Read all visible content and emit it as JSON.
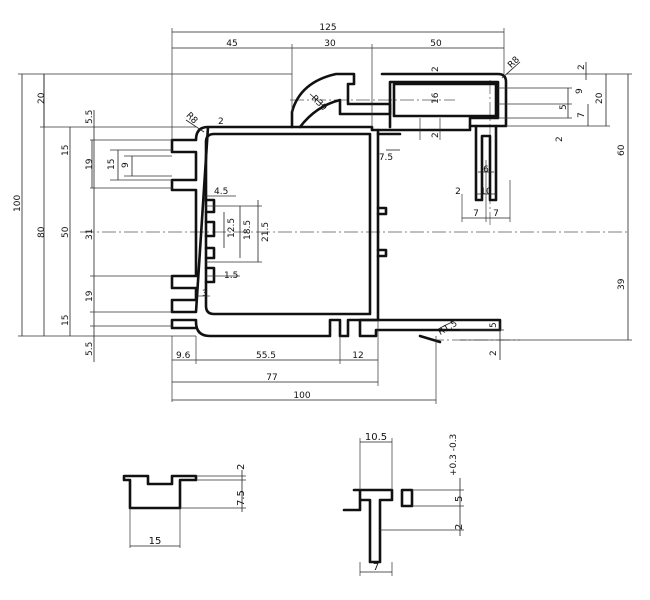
{
  "dims": {
    "top_total": "125",
    "top_a": "45",
    "top_b": "30",
    "top_c": "50",
    "r8_top": "R8",
    "r30": "R30",
    "r8_left": "R8",
    "r15": "R1.5",
    "wall_top": "2",
    "rc_2a": "2",
    "rc_2b": "2",
    "rc_16": "16",
    "rc_20": "20",
    "rc_9": "9",
    "rc_5": "5",
    "rc_7": "7",
    "rc_2c": "2",
    "rc_2d": "2",
    "rc_6": "6",
    "rc_2e": "2",
    "rc_10": "10",
    "rc_7b": "7",
    "rc_7c": "7",
    "rc_75": "7.5",
    "right_60": "60",
    "right_39": "39",
    "right_5": "5",
    "right_2": "2",
    "l_20": "20",
    "l_100": "100",
    "l_80": "80",
    "l_55a": "5.5",
    "l_15a": "15",
    "l_50": "50",
    "l_15b": "15",
    "l_55b": "5.5",
    "l_19a": "19",
    "l_31": "31",
    "l_19b": "19",
    "l_15c": "15",
    "l_9": "9",
    "m_45": "4.5",
    "m_125": "12.5",
    "m_185": "18.5",
    "m_215": "21.5",
    "m_15": "1.5",
    "m_3": "3",
    "b_96": "9.6",
    "b_555": "55.5",
    "b_12": "12",
    "b_77": "77",
    "b_100": "100",
    "d1_2": "2",
    "d1_75": "7.5",
    "d1_15": "15",
    "d2_105": "10.5",
    "d2_tol": "+0.3 -0.3",
    "d2_5": "5",
    "d2_2": "2",
    "d2_7": "7"
  }
}
